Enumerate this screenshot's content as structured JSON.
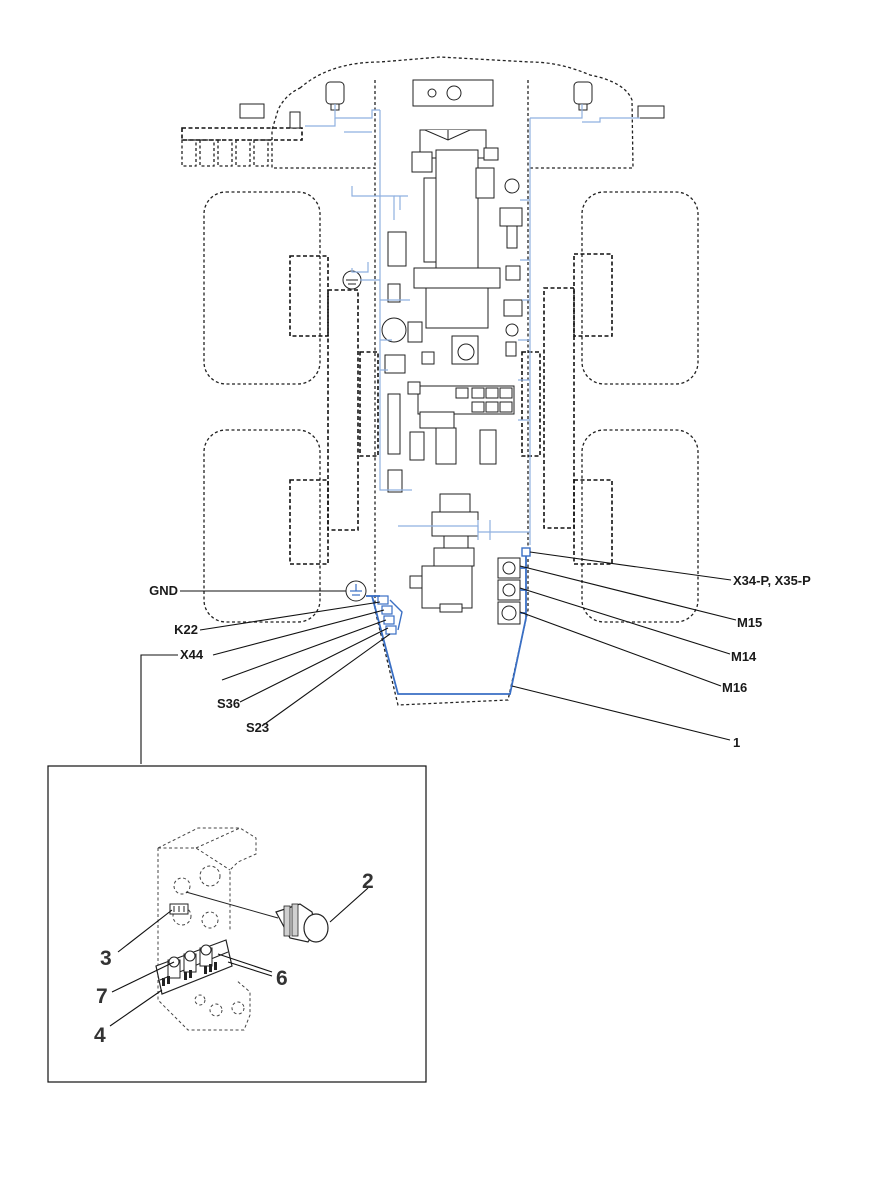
{
  "labels": {
    "gnd": "GND",
    "k22": "K22",
    "x44": "X44",
    "s36": "S36",
    "s23": "S23",
    "x34_x35": "X34-P, X35-P",
    "m15": "M15",
    "m14": "M14",
    "m16": "M16",
    "item1": "1"
  },
  "detail_labels": {
    "item2": "2",
    "item3": "3",
    "item4": "4",
    "item6": "6",
    "item7": "7"
  },
  "colors": {
    "main_harness": "#3a6fc4",
    "light_wiring": "#8fb0e0",
    "outline": "#222222"
  }
}
